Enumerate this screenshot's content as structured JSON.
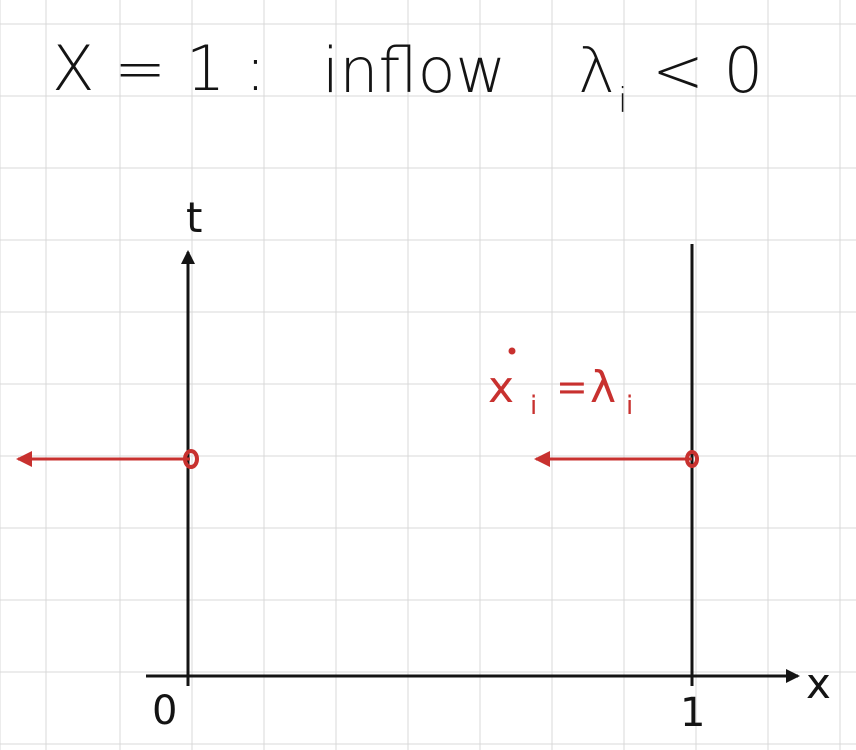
{
  "title": {
    "lhs": "X = 1 :",
    "word": "inflow",
    "condition_symbol": "λ",
    "condition_subscript": "i",
    "condition_rest": "< 0"
  },
  "axes": {
    "t_label": "t",
    "x_label": "x",
    "origin_label": "0",
    "boundary_label": "1"
  },
  "annotation": {
    "var": "x",
    "var_subscript": "i",
    "equals": "=",
    "rhs": "λ",
    "rhs_subscript": "i"
  },
  "colors": {
    "ink": "#141414",
    "accent": "#c8312f",
    "grid": "#d9d9d9",
    "background": "#ffffff"
  }
}
